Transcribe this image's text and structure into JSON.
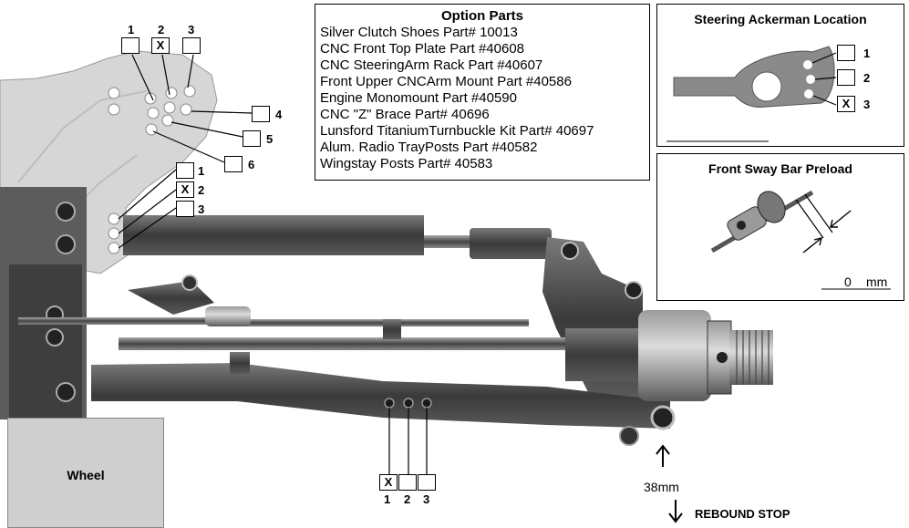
{
  "option_parts": {
    "title": "Option Parts",
    "items": [
      "Silver Clutch Shoes Part# 10013",
      "CNC Front Top Plate Part #40608",
      "CNC SteeringArm Rack Part #40607",
      "Front Upper CNCArm Mount Part #40586",
      "Engine Monomount Part #40590",
      "CNC \"Z\" Brace Part# 40696",
      "Lunsford TitaniumTurnbuckle Kit Part# 40697",
      "Alum. Radio TrayPosts Part #40582",
      "Wingstay Posts Part# 40583"
    ]
  },
  "steering_ackerman": {
    "title": "Steering Ackerman Location",
    "positions": [
      {
        "label": "1",
        "mark": ""
      },
      {
        "label": "2",
        "mark": ""
      },
      {
        "label": "3",
        "mark": "X"
      }
    ]
  },
  "sway_bar": {
    "title": "Front Sway Bar Preload",
    "value": "0",
    "unit": "mm"
  },
  "upper_plate_holes": {
    "top": [
      {
        "label": "1",
        "mark": ""
      },
      {
        "label": "2",
        "mark": "X"
      },
      {
        "label": "3",
        "mark": ""
      }
    ],
    "side": [
      {
        "label": "4",
        "mark": ""
      },
      {
        "label": "5",
        "mark": ""
      },
      {
        "label": "6",
        "mark": ""
      }
    ]
  },
  "camber_link_holes": [
    {
      "label": "1",
      "mark": ""
    },
    {
      "label": "2",
      "mark": "X"
    },
    {
      "label": "3",
      "mark": ""
    }
  ],
  "lower_arm_holes": [
    {
      "label": "1",
      "mark": "X"
    },
    {
      "label": "2",
      "mark": ""
    },
    {
      "label": "3",
      "mark": ""
    }
  ],
  "wheel_label": "Wheel",
  "ride_height": {
    "value": "38mm",
    "rebound_label": "REBOUND STOP"
  }
}
